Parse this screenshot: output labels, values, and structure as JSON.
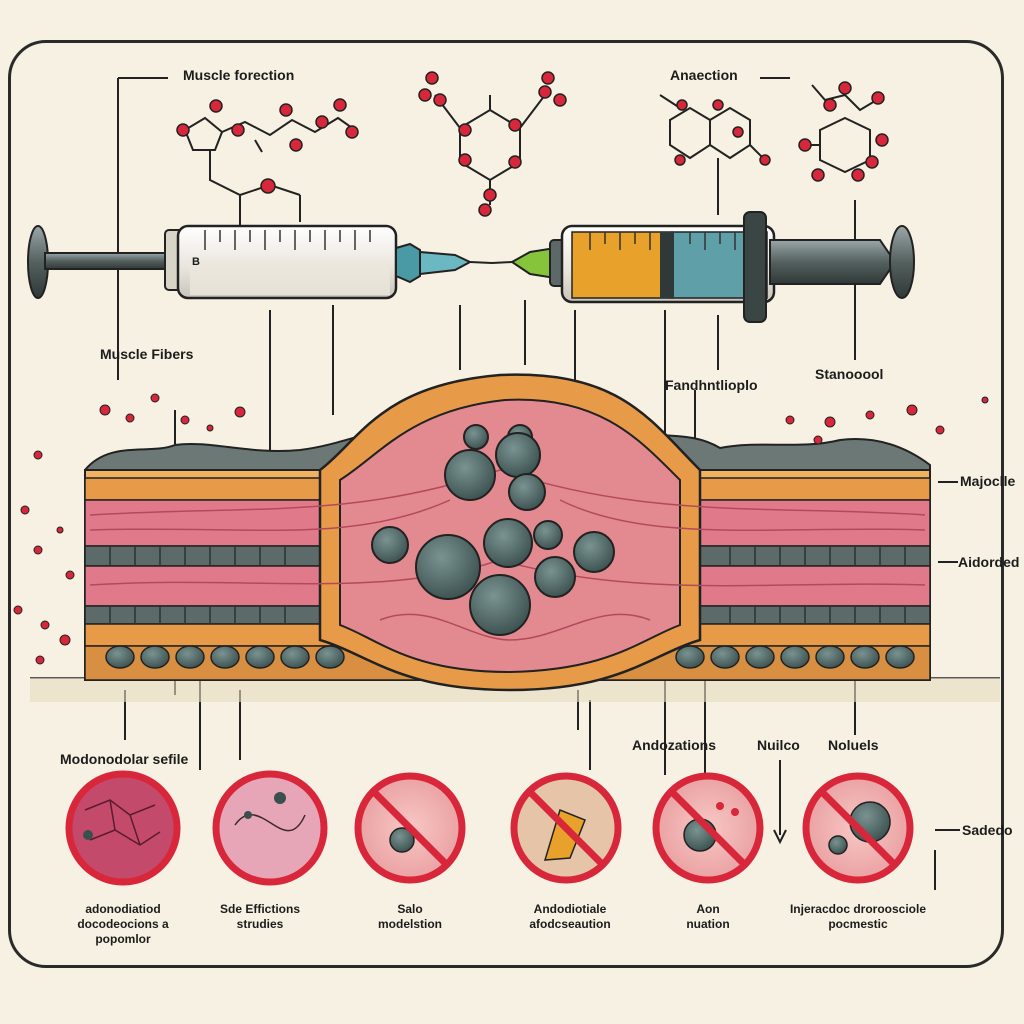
{
  "labels": {
    "muscle_formation": "Muscle forection",
    "anaction": "Anaection",
    "muscle_fibers": "Muscle Fibers",
    "fandhnt": "Fandhntlioplo",
    "stanozol": "Stanooool",
    "majodle": "Majoclle",
    "aidorded": "Aidorded",
    "side_profile": "Modonodolar sefile",
    "andozations": "Andozations",
    "nuilco": "Nuilco",
    "noluels": "Noluels",
    "sadedo": "Sadedo",
    "syringe_mark": "B"
  },
  "captions": [
    {
      "line1": "adonodiatiod",
      "line2": "docodeocions a",
      "line3": "popomlor"
    },
    {
      "line1": "Sde Effictions",
      "line2": "strudies",
      "line3": ""
    },
    {
      "line1": "Salo",
      "line2": "modelstion",
      "line3": ""
    },
    {
      "line1": "Andodiotiale",
      "line2": "afodcseaution",
      "line3": ""
    },
    {
      "line1": "Aon",
      "line2": "nuation",
      "line3": ""
    },
    {
      "line1": "Injeracdoc droroosciole",
      "line2": "pocmestic",
      "line3": ""
    }
  ],
  "colors": {
    "fat_orange": "#e09a45",
    "muscle_pink": "#e07a8a",
    "nucleus_teal": "#4f6b6a",
    "warning_red": "#e0314a",
    "molecule_red": "#d8263a",
    "orange_liquid": "#e8a12a",
    "teal_barrel": "#5fa0a8"
  }
}
